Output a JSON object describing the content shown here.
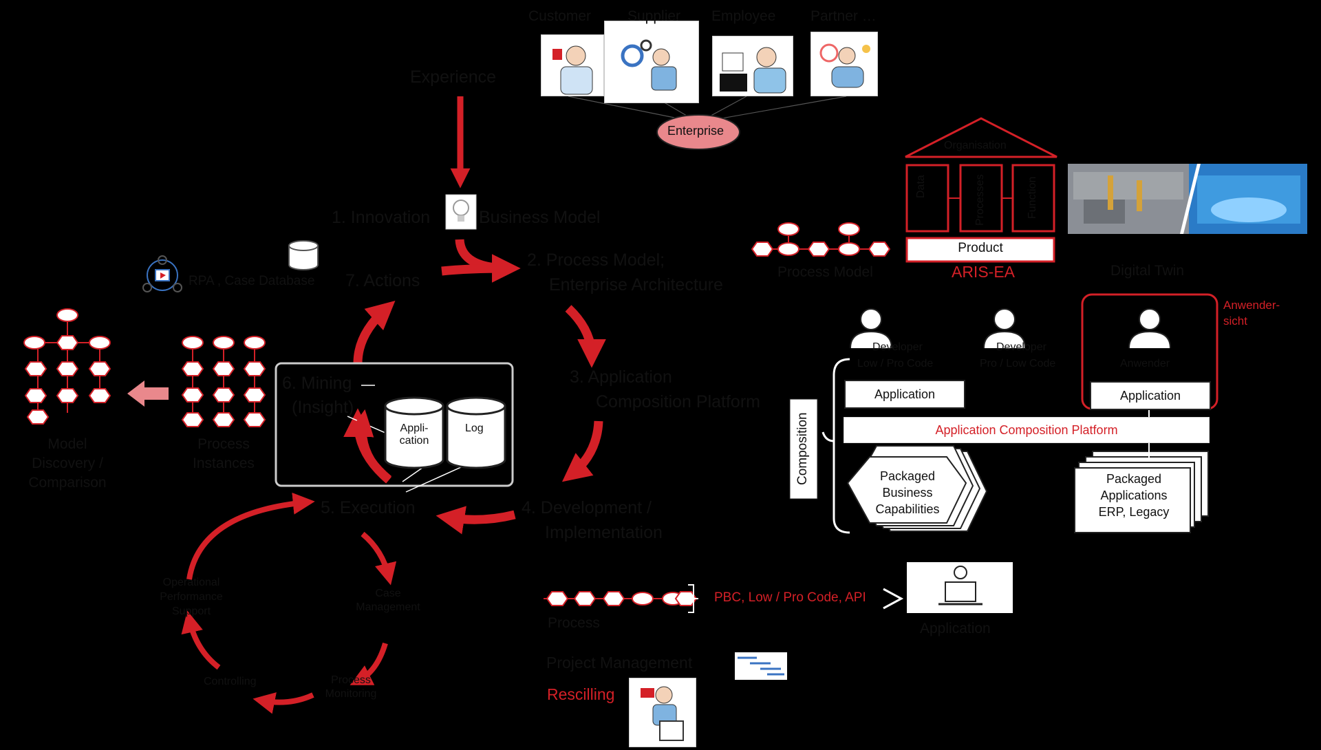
{
  "stakeholders": {
    "customer": "Customer",
    "supplier": "Supplier",
    "employee": "Employee",
    "partner": "Partner …",
    "enterprise": "Enterprise"
  },
  "cycle": {
    "experience": "Experience",
    "innovation": "1. Innovation",
    "business_model": "Business Model",
    "process_model_1": "2. Process Model;",
    "process_model_2": "Enterprise Architecture",
    "application_1": "3. Application",
    "application_2": "Composition Platform",
    "development_1": "4. Development /",
    "development_2": "Implementation",
    "execution": "5. Execution",
    "mining_1": "6. Mining",
    "mining_2": "(Insight)",
    "actions": "7. Actions",
    "rpa": "RPA , Case Database",
    "db_application": "Appli-cation",
    "db_log": "Log"
  },
  "left": {
    "model_discovery_1": "Model",
    "model_discovery_2": "Discovery /",
    "model_discovery_3": "Comparison",
    "process_instances_1": "Process",
    "process_instances_2": "Instances"
  },
  "operations": {
    "case_management_1": "Case",
    "case_management_2": "Management",
    "process_monitoring_1": "Process",
    "process_monitoring_2": "Monitoring",
    "controlling": "Controlling",
    "operational_1": "Operational",
    "operational_2": "Performance",
    "operational_3": "Support"
  },
  "architecture": {
    "organisation": "Organisation",
    "data": "Data",
    "processes": "Processes",
    "function": "Function",
    "product": "Product",
    "aris_ea": "ARIS-EA",
    "process_model": "Process Model",
    "digital_twin": "Digital Twin"
  },
  "platform": {
    "developer_low": "Developer",
    "developer_low_sub": "Low / Pro Code",
    "developer_pro": "Developer",
    "developer_pro_sub": "Pro / Low Code",
    "anwender": "Anwender",
    "anwender_sicht_1": "Anwender-",
    "anwender_sicht_2": "sicht",
    "application_left": "Application",
    "application_right": "Application",
    "composition_platform": "Application Composition Platform",
    "composition": "Composition",
    "packaged_business_1": "Packaged",
    "packaged_business_2": "Business",
    "packaged_business_3": "Capabilities",
    "packaged_apps_1": "Packaged",
    "packaged_apps_2": "Applications",
    "packaged_apps_3": "ERP, Legacy"
  },
  "bottom": {
    "process": "Process",
    "pbc_label": "PBC, Low / Pro Code, API",
    "application": "Application",
    "project_management": "Project Management",
    "rescilling": "Rescilling"
  },
  "colors": {
    "accent_red": "#d42027",
    "background": "#000000",
    "enterprise_fill": "#e9888c"
  }
}
